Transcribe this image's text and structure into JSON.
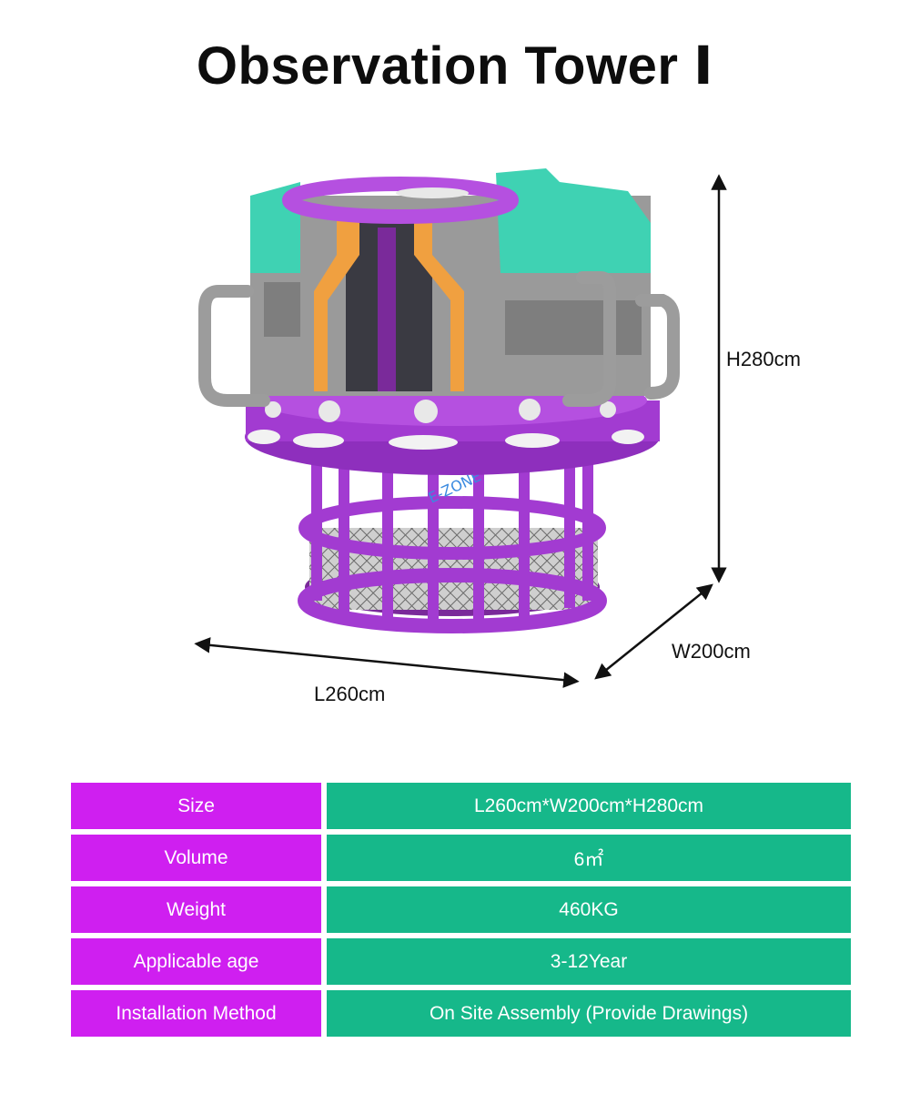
{
  "title": "Observation Tower Ⅰ",
  "dimensions": {
    "height": "H280cm",
    "width": "W200cm",
    "length": "L260cm"
  },
  "product_logo_text": "E-ZONE",
  "colors": {
    "label_cell": "#cf1ff0",
    "value_cell": "#16b88a",
    "tower_purple": "#a23bd1",
    "tower_teal": "#3fd2b3",
    "tower_grey": "#9a9a9a",
    "tower_orange": "#f0a040"
  },
  "specs": [
    {
      "label": "Size",
      "value": "L260cm*W200cm*H280cm"
    },
    {
      "label": "Volume",
      "value": "6㎡"
    },
    {
      "label": "Weight",
      "value": "460KG"
    },
    {
      "label": "Applicable age",
      "value": "3-12Year"
    },
    {
      "label": "Installation Method",
      "value": "On Site Assembly (Provide Drawings)"
    }
  ]
}
